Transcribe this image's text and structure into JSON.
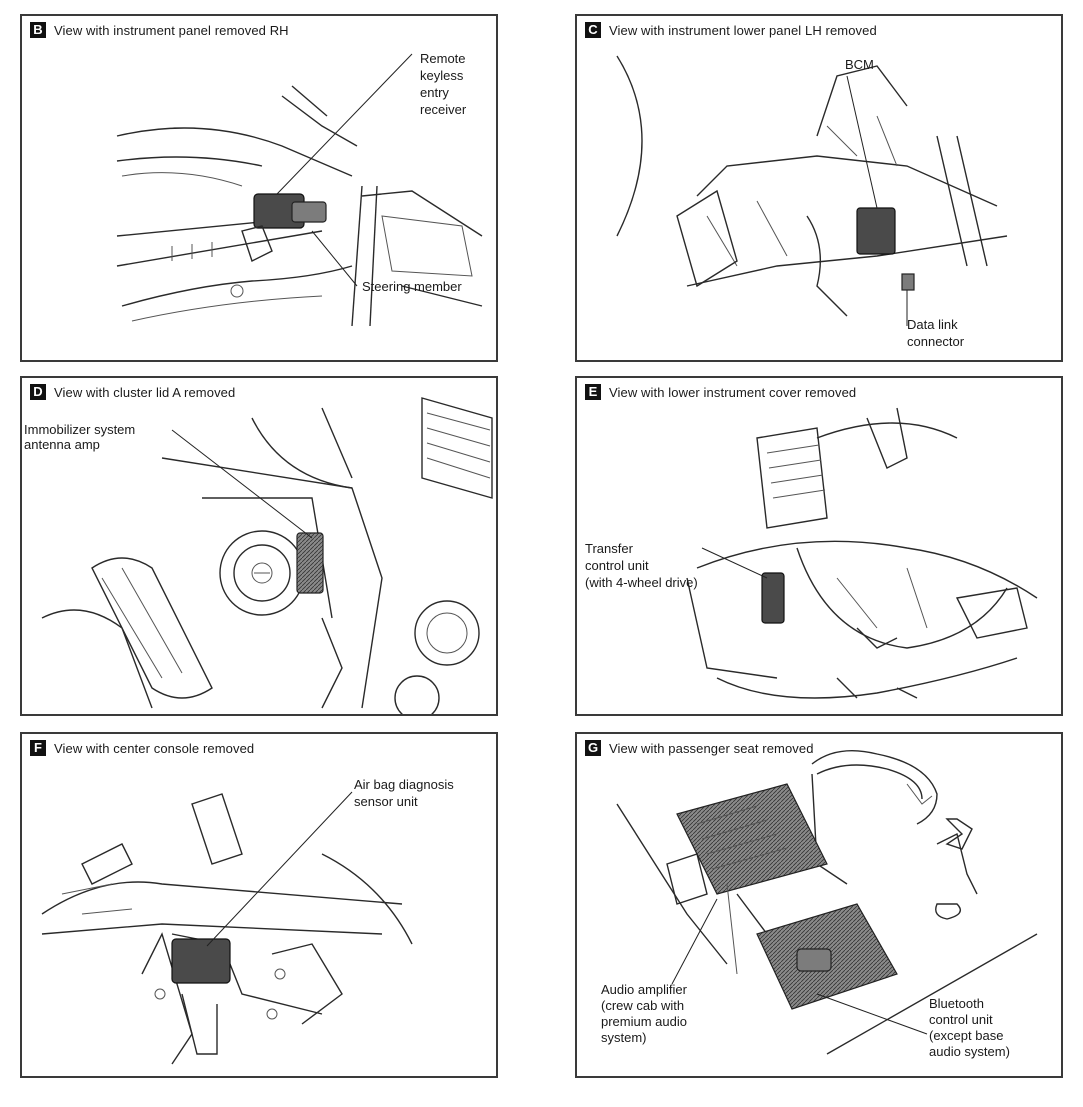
{
  "panels": {
    "B": {
      "letter": "B",
      "title": "View with instrument panel removed RH",
      "labels": {
        "remote_keyless": [
          "Remote",
          "keyless",
          "entry",
          "receiver"
        ],
        "steering_member": "Steering member"
      }
    },
    "C": {
      "letter": "C",
      "title": "View with instrument lower panel LH removed",
      "labels": {
        "bcm": "BCM",
        "data_link": [
          "Data link",
          "connector"
        ]
      }
    },
    "D": {
      "letter": "D",
      "title": "View with cluster lid A removed",
      "labels": {
        "immobilizer": [
          "Immobilizer system",
          "antenna amp"
        ]
      }
    },
    "E": {
      "letter": "E",
      "title": "View with lower instrument cover removed",
      "labels": {
        "transfer": [
          "Transfer",
          "control unit",
          "(with 4-wheel drive)"
        ]
      }
    },
    "F": {
      "letter": "F",
      "title": "View with center console removed",
      "labels": {
        "airbag": [
          "Air bag diagnosis",
          "sensor unit"
        ]
      }
    },
    "G": {
      "letter": "G",
      "title": "View with passenger seat removed",
      "labels": {
        "audio_amp": [
          "Audio amplifier",
          "(crew cab with",
          "premium audio",
          "system)"
        ],
        "bluetooth": [
          "Bluetooth",
          "control unit",
          "(except base",
          "audio system)"
        ]
      }
    }
  }
}
